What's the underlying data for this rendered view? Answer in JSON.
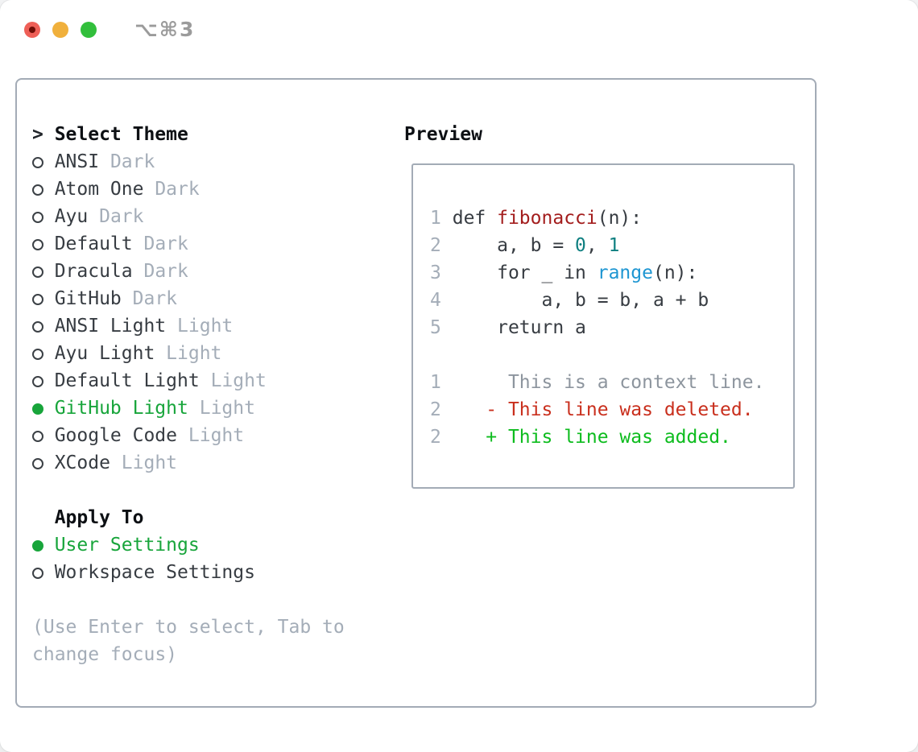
{
  "window": {
    "title": "⌥⌘3"
  },
  "colors": {
    "selection_green": "#18a53b",
    "added_green": "#0dbc1e",
    "deleted_red": "#c92f1d",
    "function_red": "#a31d1d",
    "number_teal": "#0e7f80",
    "builtin_blue": "#1e96d2",
    "muted_gray": "#a4adb8",
    "border_gray": "#a3abb6",
    "traffic_red": "#ee5f57",
    "traffic_yellow": "#f0b03c",
    "traffic_green": "#32bf3c"
  },
  "panel": {
    "left": {
      "header": {
        "marker": ">",
        "label": "Select Theme"
      },
      "themes": [
        {
          "name": "ANSI",
          "variant": "Dark",
          "selected": false
        },
        {
          "name": "Atom One",
          "variant": "Dark",
          "selected": false
        },
        {
          "name": "Ayu",
          "variant": "Dark",
          "selected": false
        },
        {
          "name": "Default",
          "variant": "Dark",
          "selected": false
        },
        {
          "name": "Dracula",
          "variant": "Dark",
          "selected": false
        },
        {
          "name": "GitHub",
          "variant": "Dark",
          "selected": false
        },
        {
          "name": "ANSI Light",
          "variant": "Light",
          "selected": false
        },
        {
          "name": "Ayu Light",
          "variant": "Light",
          "selected": false
        },
        {
          "name": "Default Light",
          "variant": "Light",
          "selected": false
        },
        {
          "name": "GitHub Light",
          "variant": "Light",
          "selected": true
        },
        {
          "name": "Google Code",
          "variant": "Light",
          "selected": false
        },
        {
          "name": "XCode",
          "variant": "Light",
          "selected": false
        }
      ],
      "apply_to": {
        "label": "Apply To",
        "options": [
          {
            "name": "User Settings",
            "selected": true
          },
          {
            "name": "Workspace Settings",
            "selected": false
          }
        ]
      },
      "hint_lines": [
        "(Use Enter to select, Tab to",
        "change focus)"
      ]
    },
    "preview": {
      "title": "Preview",
      "code_lines": [
        {
          "num": "1",
          "segments": [
            {
              "c": "plain",
              "t": "def "
            },
            {
              "c": "func",
              "t": "fibonacci"
            },
            {
              "c": "plain",
              "t": "(n):"
            }
          ]
        },
        {
          "num": "2",
          "segments": [
            {
              "c": "plain",
              "t": "    a, b = "
            },
            {
              "c": "number",
              "t": "0"
            },
            {
              "c": "plain",
              "t": ", "
            },
            {
              "c": "number",
              "t": "1"
            }
          ]
        },
        {
          "num": "3",
          "segments": [
            {
              "c": "plain",
              "t": "    for _ in "
            },
            {
              "c": "builtin",
              "t": "range"
            },
            {
              "c": "plain",
              "t": "(n):"
            }
          ]
        },
        {
          "num": "4",
          "segments": [
            {
              "c": "plain",
              "t": "        a, b = b, a + b"
            }
          ]
        },
        {
          "num": "5",
          "segments": [
            {
              "c": "plain",
              "t": "    return a"
            }
          ]
        }
      ],
      "diff_lines": [
        {
          "num": "1",
          "kind": "context",
          "text": "     This is a context line."
        },
        {
          "num": "2",
          "kind": "deleted",
          "text": "   - This line was deleted."
        },
        {
          "num": "2",
          "kind": "added",
          "text": "   + This line was added."
        }
      ]
    }
  }
}
